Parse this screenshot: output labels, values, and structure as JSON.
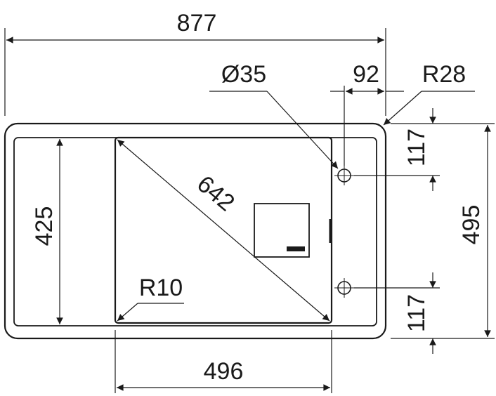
{
  "dimensions": {
    "overall_width": "877",
    "tap_hole_diameter": "Ø35",
    "tap_hole_offset": "92",
    "corner_radius_outer": "R28",
    "tap_hole_top_offset": "117",
    "tap_hole_bottom_offset": "117",
    "overall_depth": "495",
    "drainer_depth": "425",
    "bowl_diagonal": "642",
    "bowl_corner_radius": "R10",
    "bowl_width": "496"
  },
  "colors": {
    "line": "#1a1a1a",
    "background": "#ffffff"
  }
}
